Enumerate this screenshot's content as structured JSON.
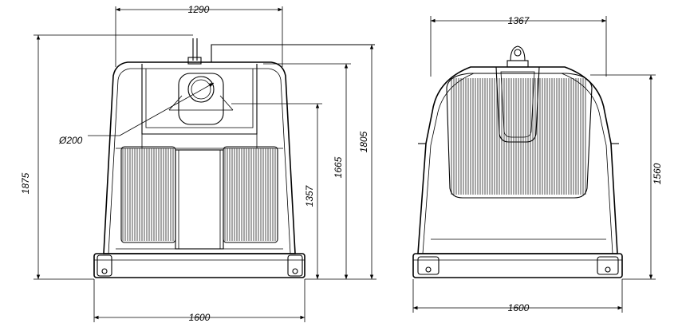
{
  "drawing": {
    "front_view": {
      "dimensions": {
        "top_width": "1290",
        "base_width": "1600",
        "overall_height": "1875",
        "height_inlet": "1805",
        "height_upper": "1665",
        "height_lower": "1357",
        "pipe_diameter": "Ø200"
      }
    },
    "side_view": {
      "dimensions": {
        "top_width": "1367",
        "base_width": "1600",
        "height": "1560"
      }
    }
  },
  "colors": {
    "line": "#000000",
    "background": "#ffffff"
  }
}
